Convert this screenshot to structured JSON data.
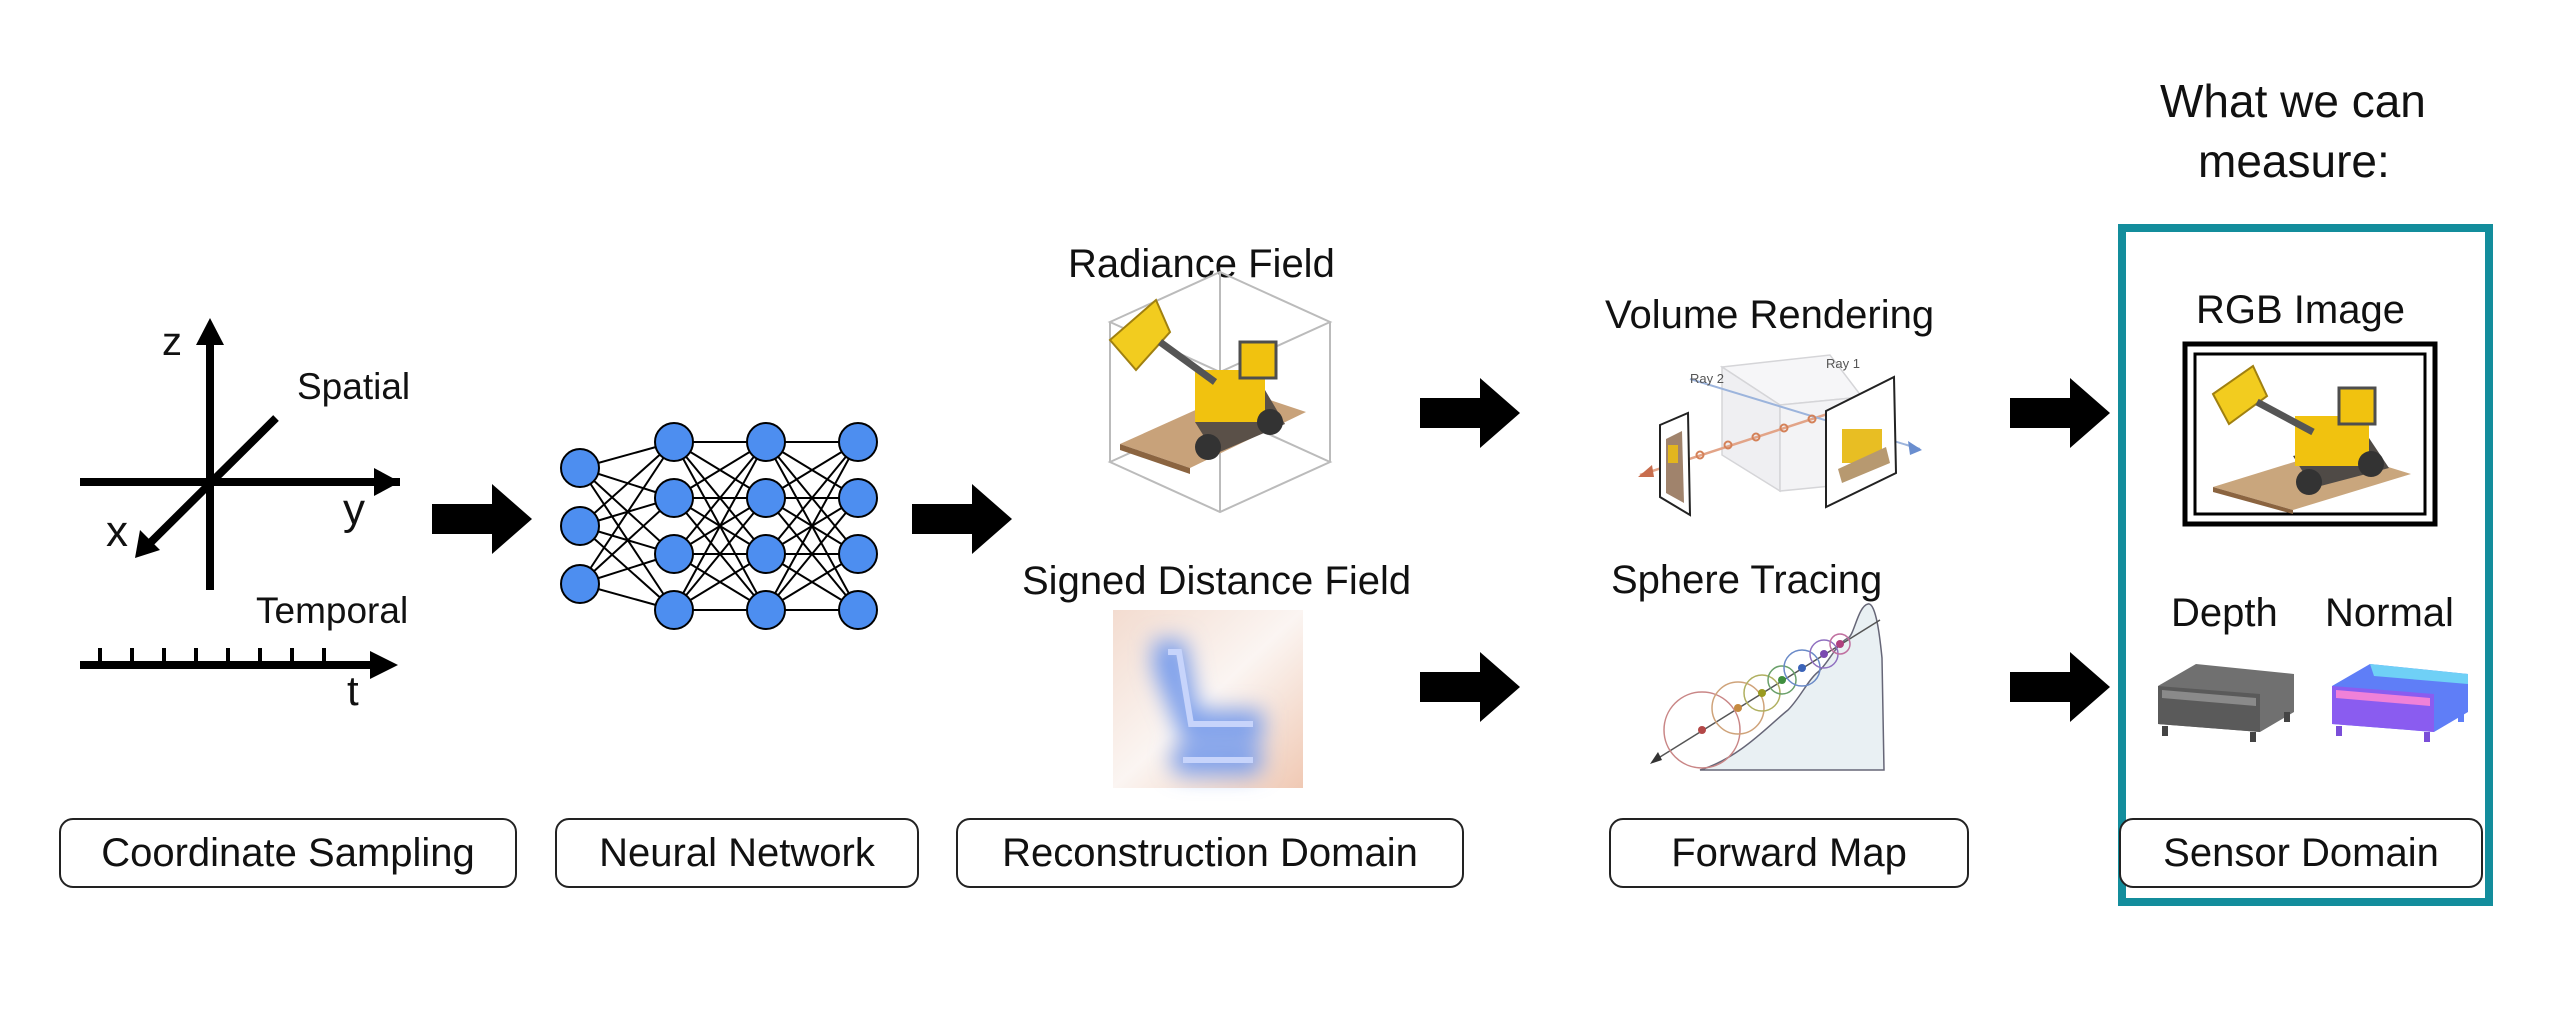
{
  "sensor": {
    "heading_line1": "What we can",
    "heading_line2": "measure:",
    "rgb_label": "RGB Image",
    "depth_label": "Depth",
    "normal_label": "Normal",
    "accent_color": "#138d9c"
  },
  "coordinates": {
    "axis_z": "z",
    "axis_y": "y",
    "axis_x": "x",
    "axis_t": "t",
    "spatial_label": "Spatial",
    "temporal_label": "Temporal"
  },
  "reconstruction": {
    "radiance_label": "Radiance Field",
    "sdf_label": "Signed Distance Field"
  },
  "forward": {
    "volume_label": "Volume Rendering",
    "sphere_label": "Sphere Tracing",
    "ray1": "Ray 1",
    "ray2": "Ray 2"
  },
  "stages": [
    "Coordinate Sampling",
    "Neural Network",
    "Reconstruction Domain",
    "Forward Map",
    "Sensor Domain"
  ],
  "neuron_color": "#4d8ef0"
}
